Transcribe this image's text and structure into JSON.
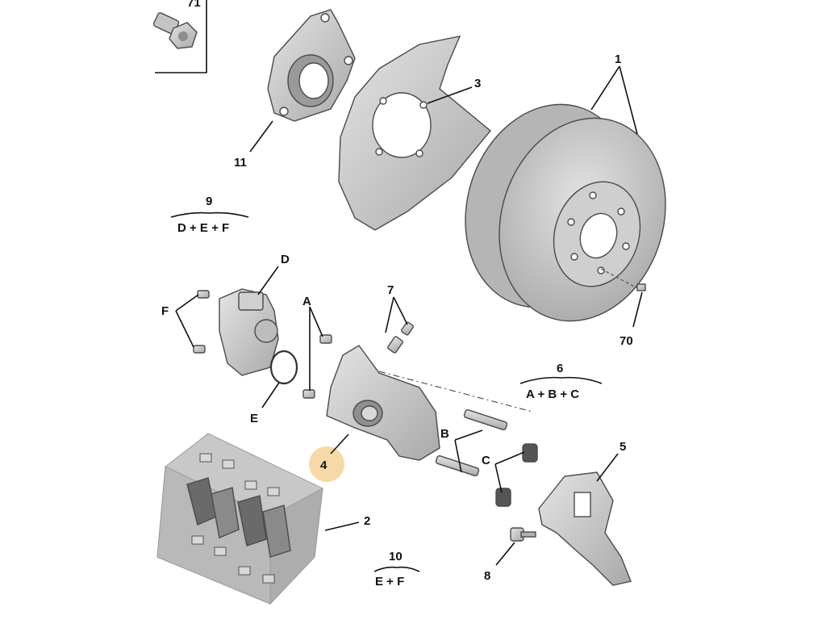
{
  "diagram": {
    "corner_ref": "71",
    "parts": [
      {
        "id": "p1",
        "label": "1"
      },
      {
        "id": "p2",
        "label": "2"
      },
      {
        "id": "p3",
        "label": "3"
      },
      {
        "id": "p4",
        "label": "4"
      },
      {
        "id": "p5",
        "label": "5"
      },
      {
        "id": "p7",
        "label": "7"
      },
      {
        "id": "p8",
        "label": "8"
      },
      {
        "id": "p11",
        "label": "11"
      },
      {
        "id": "p70",
        "label": "70"
      },
      {
        "id": "pA",
        "label": "A"
      },
      {
        "id": "pB",
        "label": "B"
      },
      {
        "id": "pC",
        "label": "C"
      },
      {
        "id": "pD",
        "label": "D"
      },
      {
        "id": "pE",
        "label": "E"
      },
      {
        "id": "pF",
        "label": "F"
      }
    ],
    "kits": [
      {
        "id": "k9",
        "number": "9",
        "contents": "D + E + F"
      },
      {
        "id": "k6",
        "number": "6",
        "contents": "A + B + C"
      },
      {
        "id": "k10",
        "number": "10",
        "contents": "E + F"
      }
    ],
    "highlight_color": "#f6d9a6",
    "part_fill": "#c9c9c9",
    "kit_box_fill": "#c8c8c8"
  }
}
